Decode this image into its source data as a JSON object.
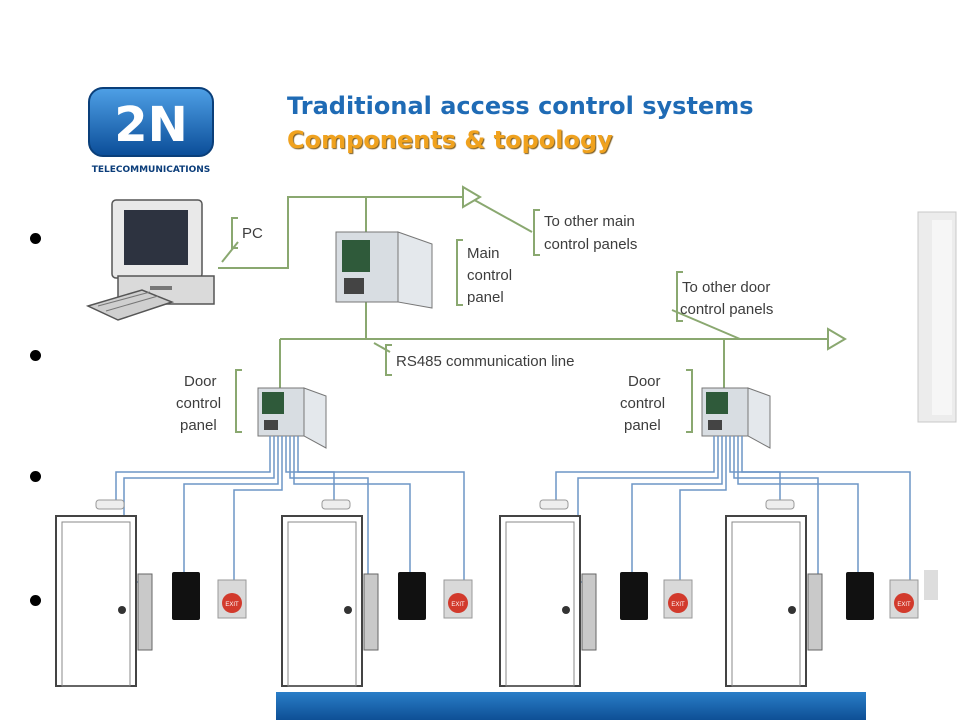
{
  "header": {
    "logo_text": "2N",
    "logo_subtext": "TELECOMMUNICATIONS",
    "title": "Traditional access control systems",
    "subtitle": "Components & topology"
  },
  "diagram": {
    "pc_label": "PC",
    "main_panel_label": [
      "Main",
      "control",
      "panel"
    ],
    "other_main_label": [
      "To other main",
      "control panels"
    ],
    "other_door_label": [
      "To other door",
      "control panels"
    ],
    "rs485_label": "RS485 communication line",
    "door_panel_left_label": [
      "Door",
      "control",
      "panel"
    ],
    "door_panel_right_label": [
      "Door",
      "control",
      "panel"
    ],
    "exit_button_text": "EXIT"
  },
  "colors": {
    "title_blue": "#1f6bb5",
    "subtitle_orange": "#f0a21e",
    "line_green": "#8aa870",
    "wire_blue": "#6d95c6"
  }
}
